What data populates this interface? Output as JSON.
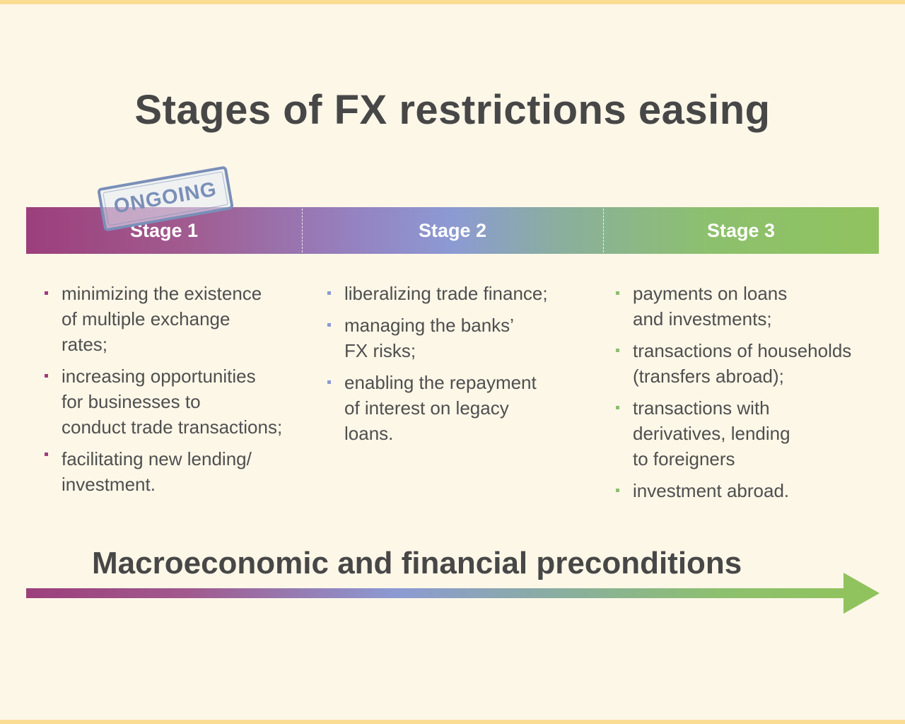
{
  "title": "Stages of FX restrictions easing",
  "stamp": "ONGOING",
  "colors": {
    "stage1": "#9c3f7c",
    "stage2": "#8c9ad3",
    "stage3": "#8dc06e",
    "background": "#fdf7e8",
    "edge": "#fbdc93",
    "stamp": "#7a8fb8"
  },
  "stages": [
    {
      "label": "Stage 1",
      "items": [
        "minimizing the existence\nof multiple exchange\nrates;",
        "increasing opportunities\nfor businesses to\nconduct trade transactions;",
        "facilitating new lending/\ninvestment."
      ]
    },
    {
      "label": "Stage 2",
      "items": [
        "liberalizing trade finance;",
        "managing the banks’\nFX risks;",
        "enabling the repayment\nof interest on legacy\nloans."
      ]
    },
    {
      "label": "Stage 3",
      "items": [
        "payments on loans\nand investments;",
        "transactions of households\n(transfers abroad);",
        "transactions with\nderivatives, lending\nto foreigners",
        "investment abroad."
      ]
    }
  ],
  "preconditions": "Macroeconomic and financial preconditions"
}
